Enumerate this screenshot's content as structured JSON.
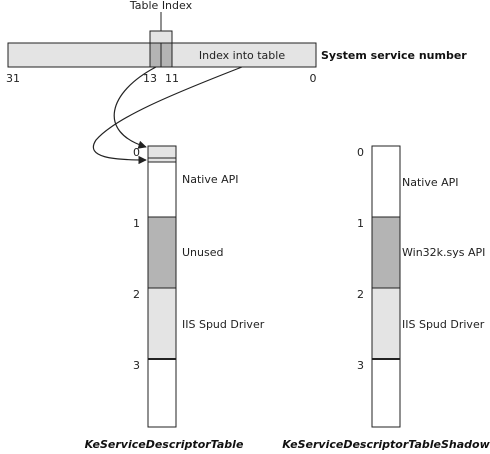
{
  "colors": {
    "light_fill": "#e4e4e4",
    "dark_fill": "#b4b4b4",
    "white_fill": "#ffffff",
    "stroke": "#222222"
  },
  "number_bar": {
    "table_index_label": "Table Index",
    "index_into_table_label": "Index into table",
    "system_service_number_label": "System service number",
    "bit_labels": {
      "b31": "31",
      "b13": "13",
      "b11": "11",
      "b0": "0"
    }
  },
  "tables": [
    {
      "caption": "KeServiceDescriptorTable",
      "row_indices": [
        "0",
        "1",
        "2",
        "3"
      ],
      "sections": [
        {
          "label": "Native API",
          "shade": "white"
        },
        {
          "label": "Unused",
          "shade": "dark"
        },
        {
          "label": "IIS Spud Driver",
          "shade": "light"
        },
        {
          "label": "",
          "shade": "white"
        }
      ]
    },
    {
      "caption": "KeServiceDescriptorTableShadow",
      "row_indices": [
        "0",
        "1",
        "2",
        "3"
      ],
      "sections": [
        {
          "label": "Native API",
          "shade": "white"
        },
        {
          "label": "Win32k.sys API",
          "shade": "dark"
        },
        {
          "label": "IIS Spud Driver",
          "shade": "light"
        },
        {
          "label": "",
          "shade": "white"
        }
      ]
    }
  ]
}
